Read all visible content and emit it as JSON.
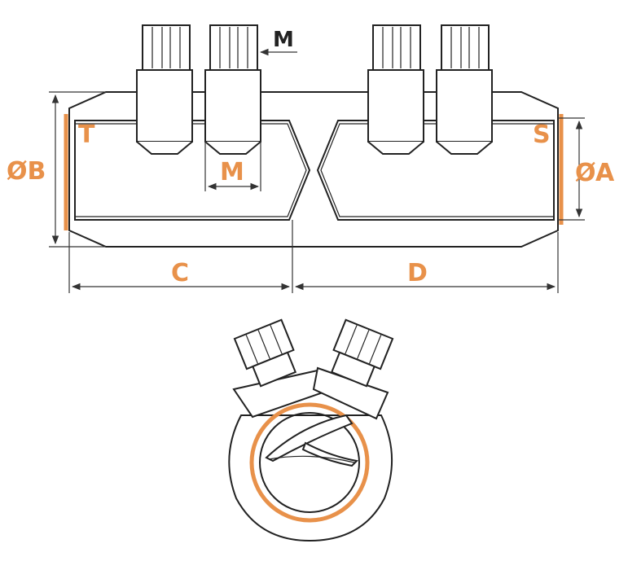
{
  "labels": {
    "dim_b": "ØB",
    "dim_a": "ØA",
    "end_t": "T",
    "end_s": "S",
    "screw_m_top": "M",
    "screw_m_mid": "M",
    "length_c": "C",
    "length_d": "D"
  },
  "colors": {
    "accent": "#e8914a",
    "line": "#222222",
    "background": "#ffffff"
  }
}
